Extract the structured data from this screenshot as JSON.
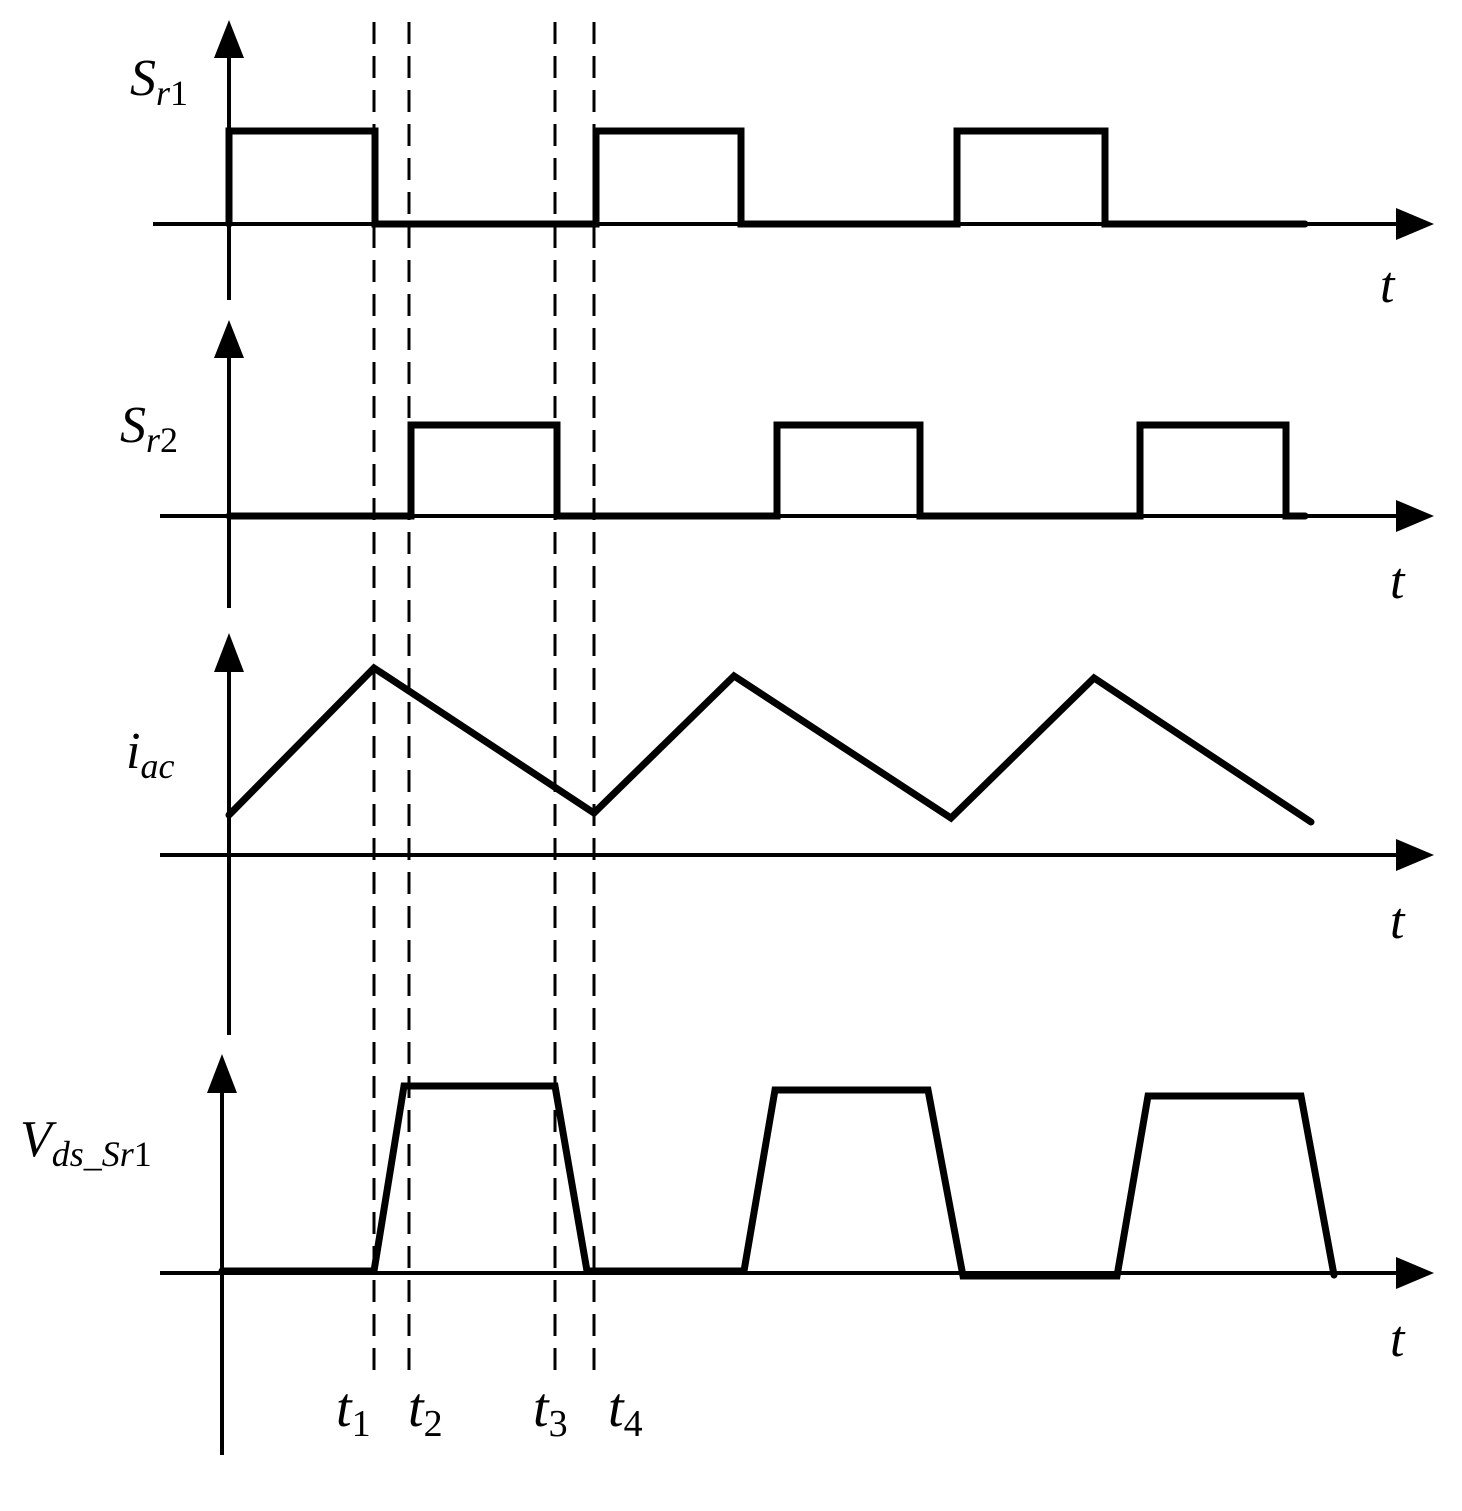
{
  "axis_label": "t",
  "panels": [
    {
      "id": "sr1",
      "label_main": "S",
      "label_sub": "r",
      "label_num": "1"
    },
    {
      "id": "sr2",
      "label_main": "S",
      "label_sub": "r",
      "label_num": "2"
    },
    {
      "id": "iac",
      "label_main": "i",
      "label_sub": "ac",
      "label_num": ""
    },
    {
      "id": "vds",
      "label_main": "V",
      "label_sub": "ds_Sr",
      "label_num": "1"
    }
  ],
  "time_markers": [
    {
      "name": "t1",
      "main": "t",
      "sub": "1"
    },
    {
      "name": "t2",
      "main": "t",
      "sub": "2"
    },
    {
      "name": "t3",
      "main": "t",
      "sub": "3"
    },
    {
      "name": "t4",
      "main": "t",
      "sub": "4"
    }
  ]
}
